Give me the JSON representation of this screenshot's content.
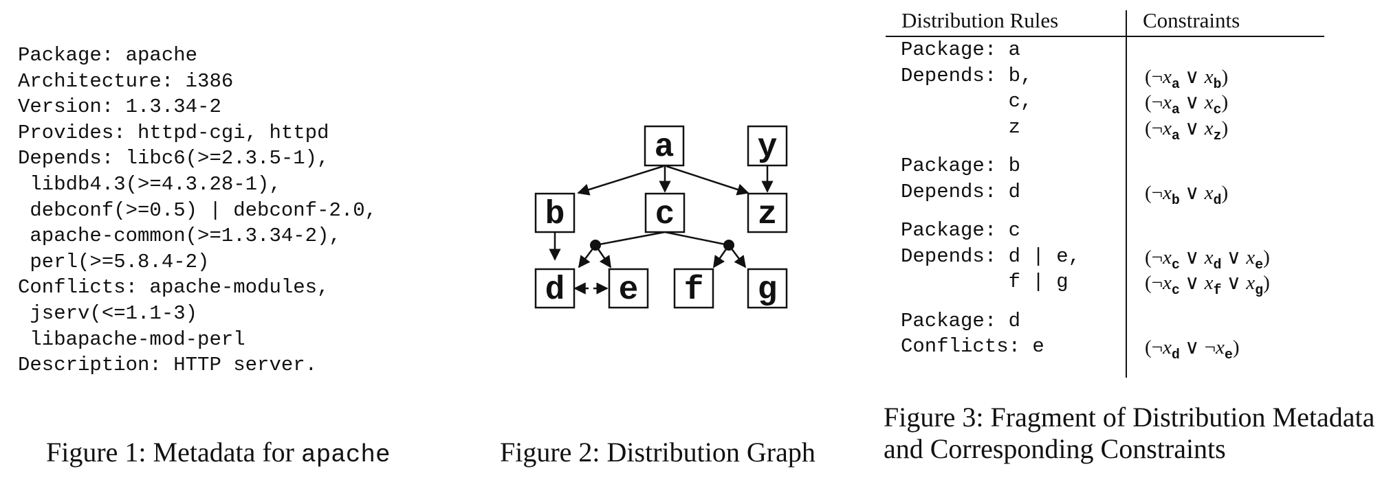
{
  "figure1": {
    "lines": [
      "Package: apache",
      "Architecture: i386",
      "Version: 1.3.34-2",
      "Provides: httpd-cgi, httpd",
      "Depends: libc6(>=2.3.5-1),",
      " libdb4.3(>=4.3.28-1),",
      " debconf(>=0.5) | debconf-2.0,",
      " apache-common(>=1.3.34-2),",
      " perl(>=5.8.4-2)",
      "Conflicts: apache-modules,",
      " jserv(<=1.1-3)",
      " libapache-mod-perl",
      "Description: HTTP server."
    ],
    "caption_prefix": "Figure 1: Metadata for ",
    "caption_code": "apache"
  },
  "figure2": {
    "nodes": {
      "a": "a",
      "y": "y",
      "b": "b",
      "c": "c",
      "z": "z",
      "d": "d",
      "e": "e",
      "f": "f",
      "g": "g"
    },
    "caption": "Figure 2: Distribution Graph"
  },
  "figure3": {
    "header_rules": "Distribution Rules",
    "header_constraints": "Constraints",
    "rules": [
      [
        "Package: a",
        "Depends: b,",
        "         c,",
        "         z"
      ],
      [
        "Package: b",
        "Depends: d"
      ],
      [
        "Package: c",
        "Depends: d | e,",
        "         f | g"
      ],
      [
        "Package: d",
        "Conflicts: e"
      ]
    ],
    "constraints": [
      "(¬x_a ∨ x_b)",
      "(¬x_a ∨ x_c)",
      "(¬x_a ∨ x_z)",
      "(¬x_b ∨ x_d)",
      "(¬x_c ∨ x_d ∨ x_e)",
      "(¬x_c ∨ x_f ∨ x_g)",
      "(¬x_d ∨ ¬x_e)"
    ],
    "caption": "Figure 3: Fragment of Distribution Metadata and Corresponding Constraints"
  }
}
